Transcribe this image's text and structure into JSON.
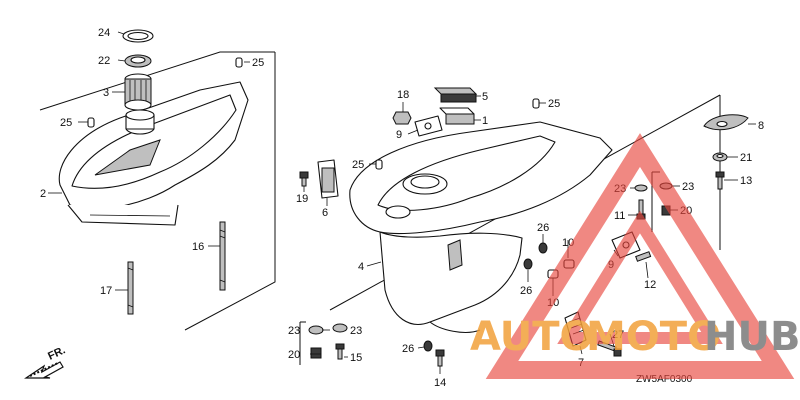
{
  "diagram": {
    "code": "ZW5AF0300",
    "direction_label": "FR.",
    "callouts": {
      "p24": "24",
      "p22": "22",
      "p3": "3",
      "p25a": "25",
      "p25b": "25",
      "p2": "2",
      "p16": "16",
      "p17": "17",
      "p18": "18",
      "p9a": "9",
      "p5": "5",
      "p1": "1",
      "p25c": "25",
      "p25d": "25",
      "p19": "19",
      "p6": "6",
      "p4": "4",
      "p8": "8",
      "p21": "21",
      "p13": "13",
      "p23a": "23",
      "p23b": "23",
      "p11": "11",
      "p20a": "20",
      "p26a": "26",
      "p10a": "10",
      "p9b": "9",
      "p12": "12",
      "p26b": "26",
      "p10b": "10",
      "p23c": "23",
      "p23d": "23",
      "p20b": "20",
      "p15": "15",
      "p26c": "26",
      "p14": "14",
      "p27": "27",
      "p7": "7"
    }
  },
  "watermark": {
    "text_auto": "AUTO",
    "text_moto": "MOTO",
    "text_hub": "HUB",
    "color_orange": "#f2a03a",
    "color_gray": "#7a7a7a",
    "color_red": "#e8453c"
  }
}
